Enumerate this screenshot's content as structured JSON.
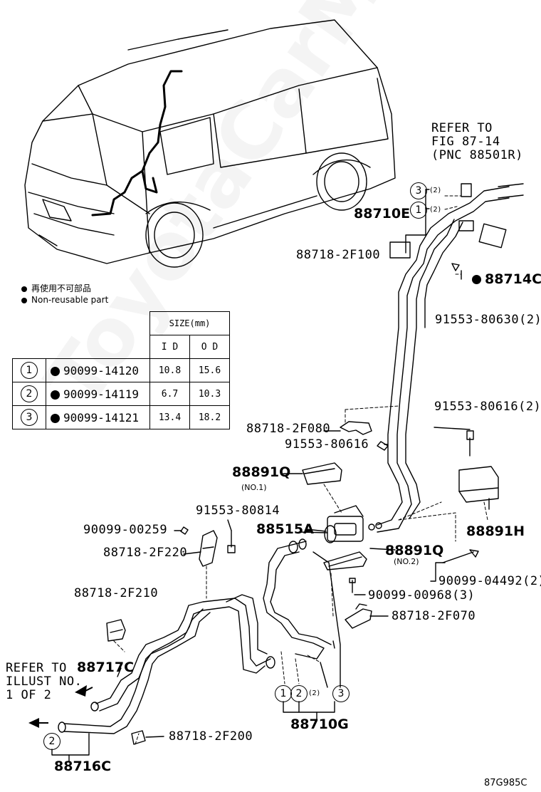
{
  "legend": {
    "line1": "再使用不可部品",
    "line2": "Non-reusable part"
  },
  "size_table": {
    "header_size": "SIZE(mm)",
    "header_id": "I D",
    "header_od": "O D",
    "rows": [
      {
        "no": "1",
        "part": "90099-14120",
        "id": "10.8",
        "od": "15.6"
      },
      {
        "no": "2",
        "part": "90099-14119",
        "id": "6.7",
        "od": "10.3"
      },
      {
        "no": "3",
        "part": "90099-14121",
        "id": "13.4",
        "od": "18.2"
      }
    ]
  },
  "refer_top": {
    "line1": "REFER TO",
    "line2": "FIG 87-14",
    "line3": "(PNC 88501R)"
  },
  "refer_left": {
    "line1": "REFER TO",
    "line2": "ILLUST NO.",
    "line3": "1 OF 2"
  },
  "parts": {
    "p88710E": "88710E",
    "p887182F100": "88718-2F100",
    "p88714C": "88714C",
    "p9155380630": "91553-80630(2)",
    "p9155380616_2": "91553-80616(2)",
    "p887182F080": "88718-2F080",
    "p9155380616": "91553-80616",
    "p88891Q_1": "88891Q",
    "no1": "(NO.1)",
    "p9155380814": "91553-80814",
    "p9009900259": "90099-00259",
    "p88515A": "88515A",
    "p887182F220": "88718-2F220",
    "p88891Q_2": "88891Q",
    "no2": "(NO.2)",
    "p88891H": "88891H",
    "p9009904492": "90099-04492(2)",
    "p9009900968": "90099-00968(3)",
    "p887182F210": "88718-2F210",
    "p887182F070": "88718-2F070",
    "p88717C": "88717C",
    "p88710G": "88710G",
    "p887182F200": "88718-2F200",
    "p88716C": "88716C"
  },
  "circle_labels": {
    "c3_top": "3",
    "c1_top": "1",
    "c1_bot": "1",
    "c2_bot": "2",
    "c3_bot": "3",
    "c2_left": "2",
    "qty2": "(2)"
  },
  "figure_code": "87G985C",
  "watermark": "ToyotaCarMine.ru"
}
